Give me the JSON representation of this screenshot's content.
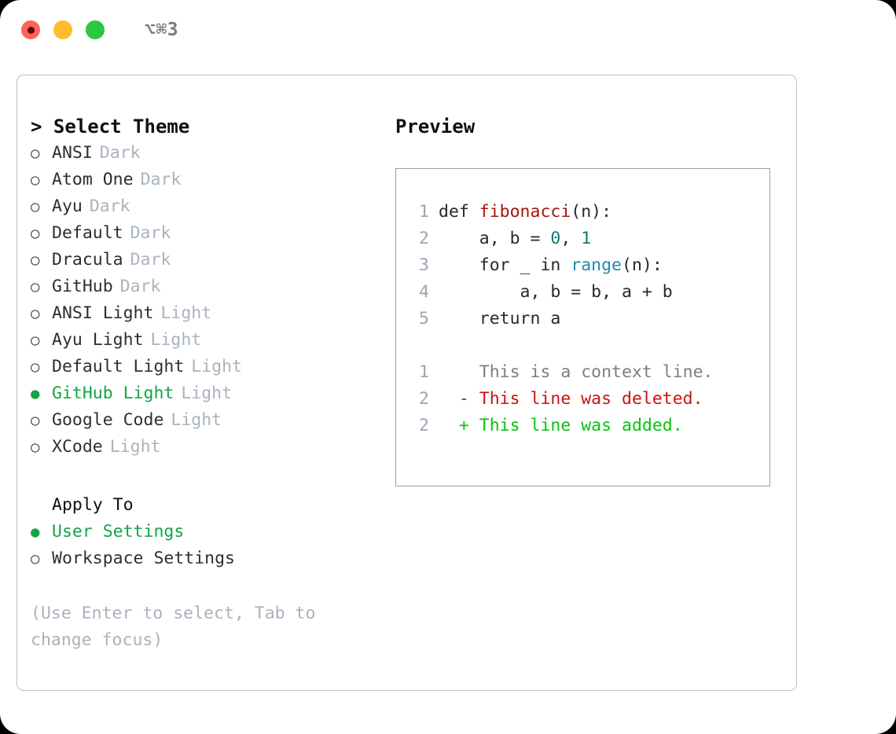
{
  "titlebar": {
    "shortcut": "⌥⌘3",
    "traffic_lights": [
      {
        "name": "close",
        "color": "#ff6159"
      },
      {
        "name": "minimize",
        "color": "#ffbd2e"
      },
      {
        "name": "maximize",
        "color": "#28c840"
      }
    ]
  },
  "left_pane": {
    "title": "> Select Theme",
    "themes": [
      {
        "bullet": "○",
        "label": "ANSI",
        "badge": "Dark",
        "selected": false
      },
      {
        "bullet": "○",
        "label": "Atom One",
        "badge": "Dark",
        "selected": false
      },
      {
        "bullet": "○",
        "label": "Ayu",
        "badge": "Dark",
        "selected": false
      },
      {
        "bullet": "○",
        "label": "Default",
        "badge": "Dark",
        "selected": false
      },
      {
        "bullet": "○",
        "label": "Dracula",
        "badge": "Dark",
        "selected": false
      },
      {
        "bullet": "○",
        "label": "GitHub",
        "badge": "Dark",
        "selected": false
      },
      {
        "bullet": "○",
        "label": "ANSI Light",
        "badge": "Light",
        "selected": false
      },
      {
        "bullet": "○",
        "label": "Ayu Light",
        "badge": "Light",
        "selected": false
      },
      {
        "bullet": "○",
        "label": "Default Light",
        "badge": "Light",
        "selected": false
      },
      {
        "bullet": "●",
        "label": "GitHub Light",
        "badge": "Light",
        "selected": true
      },
      {
        "bullet": "○",
        "label": "Google Code",
        "badge": "Light",
        "selected": false
      },
      {
        "bullet": "○",
        "label": "XCode",
        "badge": "Light",
        "selected": false
      }
    ],
    "apply_to": {
      "heading": "Apply To",
      "options": [
        {
          "bullet": "●",
          "label": "User Settings",
          "selected": true
        },
        {
          "bullet": "○",
          "label": "Workspace Settings",
          "selected": false
        }
      ]
    },
    "hint": "(Use Enter to select, Tab to change focus)"
  },
  "right_pane": {
    "title": "Preview",
    "code_lines": [
      {
        "no": "1",
        "segments": [
          {
            "text": "def ",
            "kind": "plain"
          },
          {
            "text": "fibonacci",
            "kind": "fn"
          },
          {
            "text": "(n):",
            "kind": "plain"
          }
        ]
      },
      {
        "no": "2",
        "segments": [
          {
            "text": "    a, b = ",
            "kind": "plain"
          },
          {
            "text": "0",
            "kind": "num"
          },
          {
            "text": ", ",
            "kind": "plain"
          },
          {
            "text": "1",
            "kind": "num"
          }
        ]
      },
      {
        "no": "3",
        "segments": [
          {
            "text": "    for _ in ",
            "kind": "plain"
          },
          {
            "text": "range",
            "kind": "call"
          },
          {
            "text": "(n):",
            "kind": "plain"
          }
        ]
      },
      {
        "no": "4",
        "segments": [
          {
            "text": "        a, b = b, a + b",
            "kind": "plain"
          }
        ]
      },
      {
        "no": "5",
        "segments": [
          {
            "text": "    return a",
            "kind": "plain"
          }
        ]
      }
    ],
    "diff_lines": [
      {
        "no": "1",
        "marker": " ",
        "text": " This is a context line.",
        "kind": "ctx"
      },
      {
        "no": "2",
        "marker": "-",
        "text": " This line was deleted.",
        "kind": "del"
      },
      {
        "no": "2",
        "marker": "+",
        "text": " This line was added.",
        "kind": "add"
      }
    ]
  },
  "colors": {
    "accent_green": "#13a544",
    "diff_added": "#06c40c",
    "diff_deleted": "#cc1111",
    "badge_gray": "#aab3bf",
    "hint_gray": "#a9b2bd",
    "border": "#b7c0cc",
    "preview_border": "#93a1b3",
    "syntax_function": "#a5160f",
    "syntax_number": "#117a72",
    "syntax_call": "#1f8ab0"
  }
}
